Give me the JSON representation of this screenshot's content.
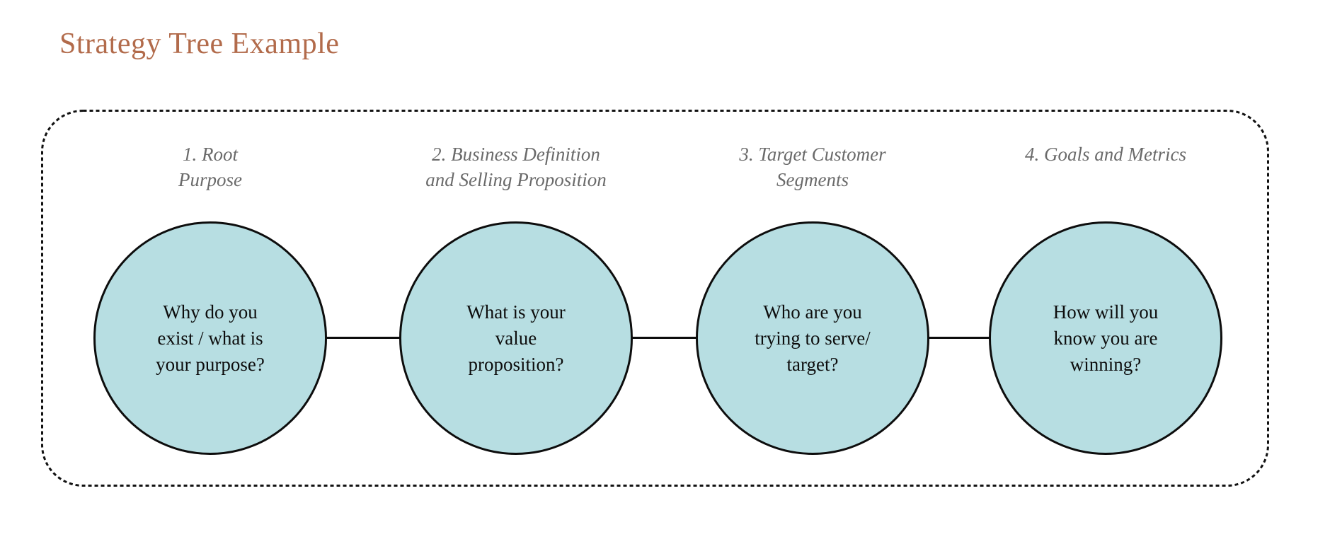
{
  "page_title": "Strategy Tree Example",
  "colors": {
    "title_text": "#b26b4b",
    "heading_text": "#6a6a6a",
    "circle_fill": "#b7dee2",
    "circle_stroke": "#0d0d0d",
    "frame_border": "#111111",
    "background": "#ffffff"
  },
  "nodes": [
    {
      "heading": "1. Root\nPurpose",
      "question": "Why do you\nexist / what is\nyour purpose?"
    },
    {
      "heading": "2. Business Definition\nand Selling Proposition",
      "question": "What is your\nvalue\nproposition?"
    },
    {
      "heading": "3. Target Customer\nSegments",
      "question": "Who are you\ntrying to serve/\ntarget?"
    },
    {
      "heading": "4. Goals and Metrics",
      "question": "How will you\nknow you are\nwinning?"
    }
  ]
}
